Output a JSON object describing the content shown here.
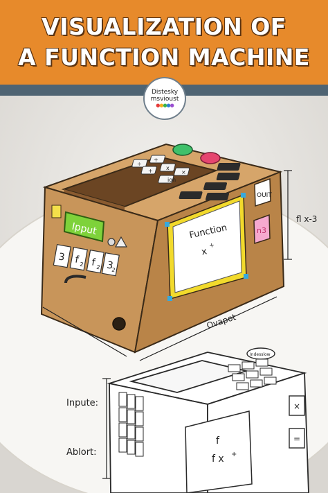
{
  "title": {
    "line1": "VISUALIZATION OF",
    "line2": "A FUNCTION MACHINE"
  },
  "badge": {
    "line1": "Distesky",
    "line2": "msvioust"
  },
  "machine": {
    "input_button": "Ipput",
    "tiles": [
      "3",
      "f",
      "f",
      "3"
    ],
    "tile_subs": [
      "",
      "2",
      "2",
      "2"
    ],
    "screen_line1": "Function",
    "screen_line2": "x",
    "screen_sup": "+",
    "quit_label": "OUIT",
    "n_label": "n3",
    "side_dimension": "fl x-3",
    "front_dimension": "Ovapot",
    "keypad": [
      "÷",
      "+",
      "x",
      "+",
      "×",
      "ion"
    ],
    "green_button": "—",
    "red_button": "—"
  },
  "sketch": {
    "input_label": "Inpute:",
    "about_label": "Ablort:",
    "screen_line1": "f",
    "screen_line2": "f x",
    "screen_sup": "+",
    "keypad_label": "Indesslow",
    "side_x": "×",
    "side_eq": "="
  },
  "colors": {
    "banner": "#e78a2b",
    "strip": "#4f6473",
    "cardboard": "#c8955a",
    "screen_frame": "#f2da2c",
    "input_button": "#7ed23a",
    "quit_pink": "#f6a9cf"
  }
}
